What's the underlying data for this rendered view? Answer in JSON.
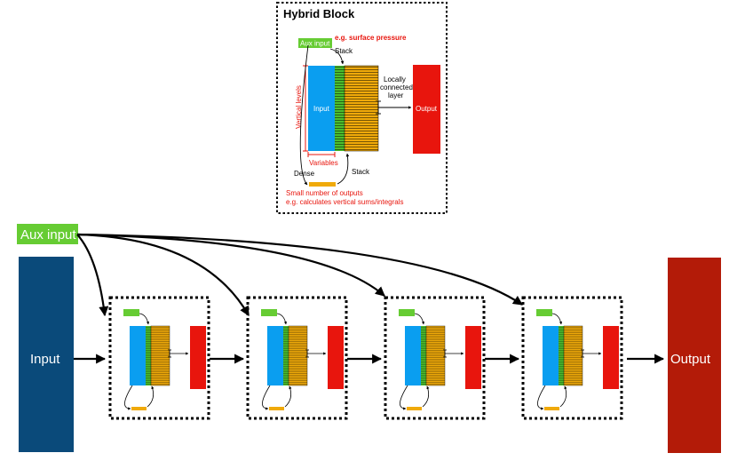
{
  "hybrid_block": {
    "title": "Hybrid Block",
    "aux_input_label": "Aux input",
    "aux_example": "e.g. surface pressure",
    "stack_top_label": "Stack",
    "input_label": "Input",
    "vertical_levels_label": "Vertical levels",
    "variables_label": "Variables",
    "locally_connected_lines": [
      "Locally",
      "connected",
      "layer"
    ],
    "output_label": "Output",
    "dense_label": "Dense",
    "stack_bottom_label": "Stack",
    "small_outputs_line1": "Small number of outputs",
    "small_outputs_line2": "e.g. calculates vertical sums/integrals"
  },
  "main": {
    "aux_input_label": "Aux input",
    "input_label": "Input",
    "output_label": "Output",
    "block_count": 4
  },
  "colors": {
    "input_blue": "#0a9ef0",
    "aux_green": "#66cc33",
    "stack_green": "#4cbf2e",
    "orange": "#f0aa0a",
    "red": "#e8150d",
    "main_input": "#0a4a7a",
    "main_output": "#b31b08",
    "label_red": "#e8150d"
  }
}
